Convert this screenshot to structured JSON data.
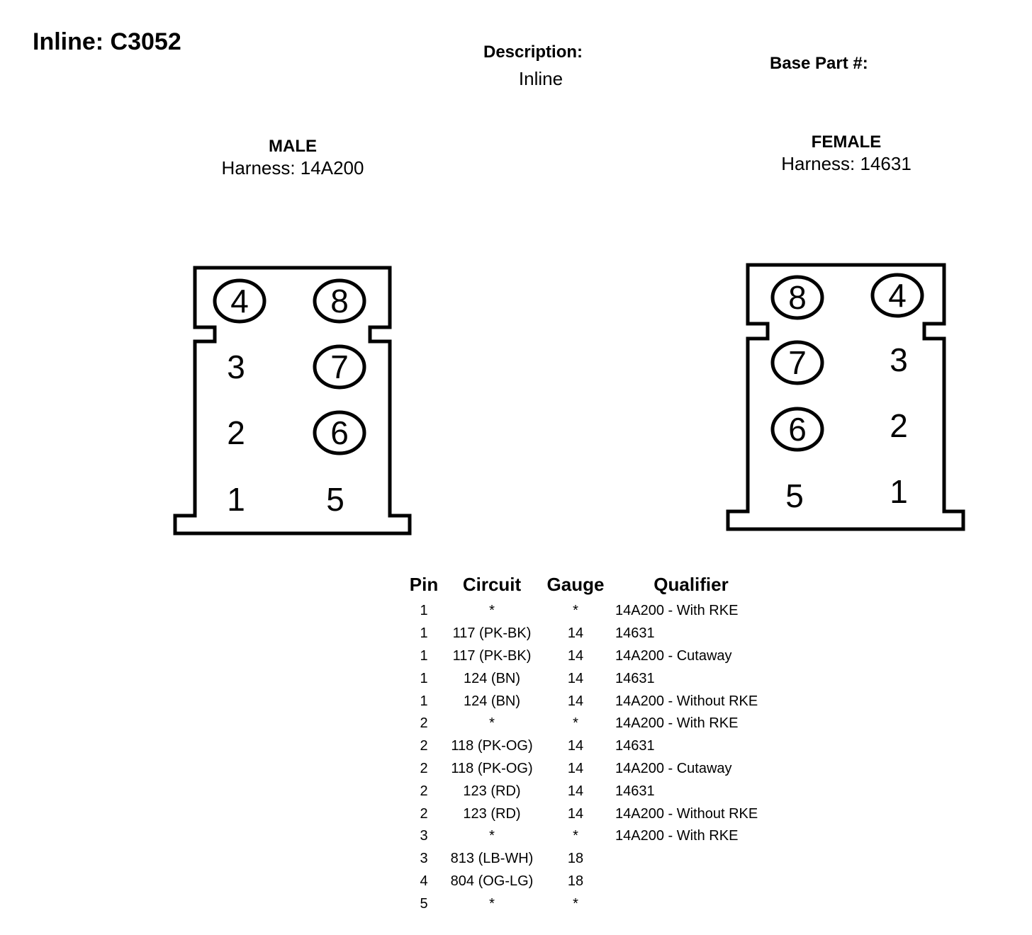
{
  "header": {
    "title": "Inline: C3052",
    "description_label": "Description:",
    "description_value": "Inline",
    "base_part_label": "Base Part #:"
  },
  "male": {
    "title": "MALE",
    "harness": "Harness: 14A200",
    "pins": [
      {
        "label": "4",
        "circled": true
      },
      {
        "label": "8",
        "circled": true
      },
      {
        "label": "3",
        "circled": false
      },
      {
        "label": "7",
        "circled": true
      },
      {
        "label": "2",
        "circled": false
      },
      {
        "label": "6",
        "circled": true
      },
      {
        "label": "1",
        "circled": false
      },
      {
        "label": "5",
        "circled": false
      }
    ]
  },
  "female": {
    "title": "FEMALE",
    "harness": "Harness: 14631",
    "pins": [
      {
        "label": "8",
        "circled": true
      },
      {
        "label": "4",
        "circled": true
      },
      {
        "label": "7",
        "circled": true
      },
      {
        "label": "3",
        "circled": false
      },
      {
        "label": "6",
        "circled": true
      },
      {
        "label": "2",
        "circled": false
      },
      {
        "label": "5",
        "circled": false
      },
      {
        "label": "1",
        "circled": false
      }
    ]
  },
  "table": {
    "headers": [
      "Pin",
      "Circuit",
      "Gauge",
      "Qualifier"
    ],
    "rows": [
      [
        "1",
        "*",
        "*",
        "14A200 - With RKE"
      ],
      [
        "1",
        "117 (PK-BK)",
        "14",
        "14631"
      ],
      [
        "1",
        "117 (PK-BK)",
        "14",
        "14A200 - Cutaway"
      ],
      [
        "1",
        "124 (BN)",
        "14",
        "14631"
      ],
      [
        "1",
        "124 (BN)",
        "14",
        "14A200 - Without RKE"
      ],
      [
        "2",
        "*",
        "*",
        "14A200 - With RKE"
      ],
      [
        "2",
        "118 (PK-OG)",
        "14",
        "14631"
      ],
      [
        "2",
        "118 (PK-OG)",
        "14",
        "14A200 - Cutaway"
      ],
      [
        "2",
        "123 (RD)",
        "14",
        "14631"
      ],
      [
        "2",
        "123 (RD)",
        "14",
        "14A200 - Without RKE"
      ],
      [
        "3",
        "*",
        "*",
        "14A200 - With RKE"
      ],
      [
        "3",
        "813 (LB-WH)",
        "18",
        ""
      ],
      [
        "4",
        "804 (OG-LG)",
        "18",
        ""
      ],
      [
        "5",
        "*",
        "*",
        ""
      ]
    ]
  }
}
